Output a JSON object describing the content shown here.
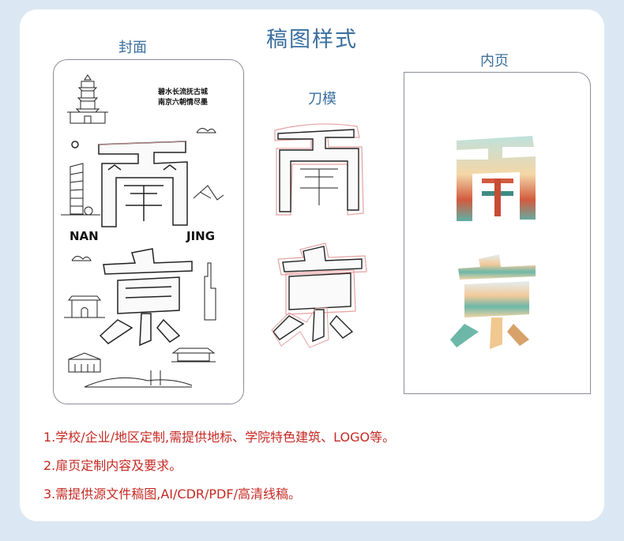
{
  "heading": "稿图样式",
  "labels": {
    "cover": "封面",
    "die": "刀模",
    "inner": "内页"
  },
  "cover": {
    "poem_line1": "碧水长流抚古城",
    "poem_line2": "南京六朝情尽墨",
    "word_left": "NAN",
    "word_right": "JING",
    "char_top": "南",
    "char_bottom": "京"
  },
  "notes": [
    "1.学校/企业/地区定制,需提供地标、学院特色建筑、LOGO等。",
    "2.扉页定制内容及要求。",
    "3.需提供源文件稿图,AI/CDR/PDF/高清线稿。"
  ],
  "colors": {
    "accent": "#3a6f9e",
    "note_red": "#c52a24",
    "background": "#dbe8f3"
  }
}
